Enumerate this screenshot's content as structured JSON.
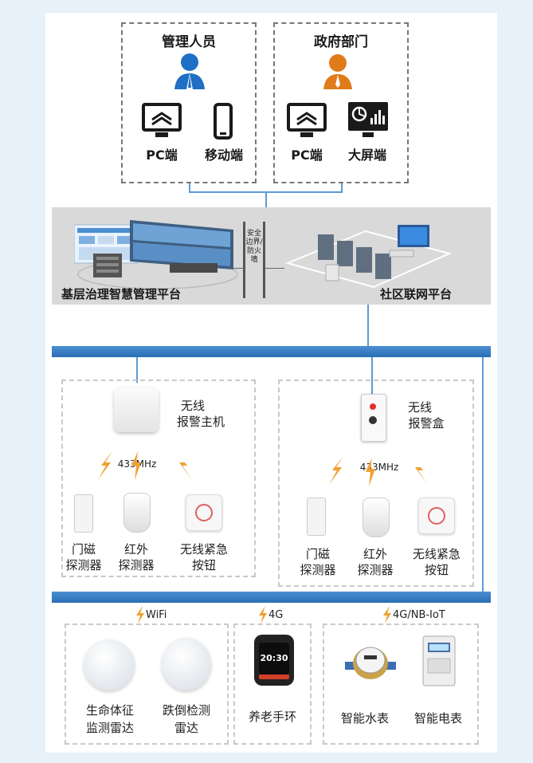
{
  "top": {
    "left_group": {
      "title": "管理人员",
      "pc_label": "PC端",
      "mobile_label": "移动端"
    },
    "right_group": {
      "title": "政府部门",
      "pc_label": "PC端",
      "screen_label": "大屏端"
    }
  },
  "platforms": {
    "left_label": "基层治理智慧管理平台",
    "firewall_label": "安全边界/防火墙",
    "right_label": "社区联网平台"
  },
  "alarm_left": {
    "host_label_line1": "无线",
    "host_label_line2": "报警主机",
    "freq": "433MHz",
    "devices": [
      {
        "line1": "门磁",
        "line2": "探测器"
      },
      {
        "line1": "红外",
        "line2": "探测器"
      },
      {
        "line1": "无线紧急",
        "line2": "按钮"
      }
    ]
  },
  "alarm_right": {
    "host_label_line1": "无线",
    "host_label_line2": "报警盒",
    "freq": "433MHz",
    "devices": [
      {
        "line1": "门磁",
        "line2": "探测器"
      },
      {
        "line1": "红外",
        "line2": "探测器"
      },
      {
        "line1": "无线紧急",
        "line2": "按钮"
      }
    ]
  },
  "bottom": {
    "wifi": {
      "conn": "WiFi",
      "devices": [
        {
          "line1": "生命体征",
          "line2": "监测雷达"
        },
        {
          "line1": "跌倒检测",
          "line2": "雷达"
        }
      ]
    },
    "g4": {
      "conn": "4G",
      "devices": [
        {
          "line1": "养老手环"
        }
      ]
    },
    "nbiot": {
      "conn": "4G/NB-IoT",
      "devices": [
        {
          "line1": "智能水表"
        },
        {
          "line1": "智能电表"
        }
      ]
    },
    "watch_display": "20:30"
  },
  "colors": {
    "line_blue": "#5b9bd5",
    "bar_blue": "#2a6db5",
    "person_blue": "#1f6fc4",
    "person_orange": "#e07b1a",
    "lightning": "#f0a030",
    "platform_bg": "#d9d9d9"
  }
}
